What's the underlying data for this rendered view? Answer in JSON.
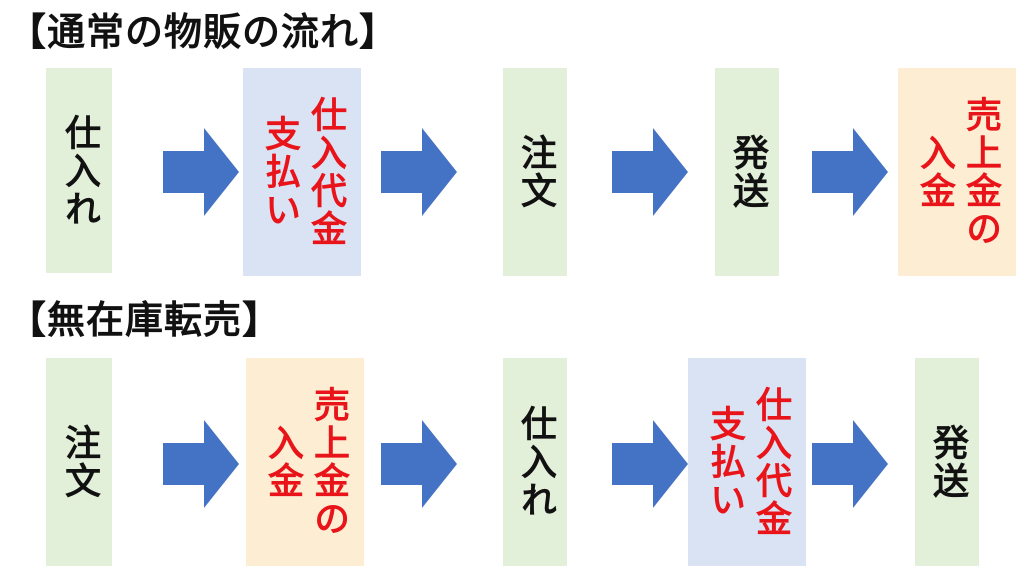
{
  "sections": {
    "normal": {
      "title": "【通常の物販の流れ】",
      "steps": [
        {
          "lines": [
            "仕入れ"
          ],
          "kind": "green",
          "color": "#111111"
        },
        {
          "lines": [
            "仕入代金",
            "支払い"
          ],
          "kind": "blue",
          "color": "#e8141a"
        },
        {
          "lines": [
            "注文"
          ],
          "kind": "green",
          "color": "#111111"
        },
        {
          "lines": [
            "発送"
          ],
          "kind": "green",
          "color": "#111111"
        },
        {
          "lines": [
            "売上金の",
            "入金"
          ],
          "kind": "orange",
          "color": "#e8141a"
        }
      ]
    },
    "dropship": {
      "title": "【無在庫転売】",
      "steps": [
        {
          "lines": [
            "注文"
          ],
          "kind": "green",
          "color": "#111111"
        },
        {
          "lines": [
            "売上金の",
            "入金"
          ],
          "kind": "orange",
          "color": "#e8141a"
        },
        {
          "lines": [
            "仕入れ"
          ],
          "kind": "green",
          "color": "#111111"
        },
        {
          "lines": [
            "仕入代金",
            "支払い"
          ],
          "kind": "blue",
          "color": "#e8141a"
        },
        {
          "lines": [
            "発送"
          ],
          "kind": "green",
          "color": "#111111"
        }
      ]
    }
  },
  "colors": {
    "arrow": "#4472c4",
    "green_box": "#e2efd9",
    "blue_box": "#dae3f3",
    "orange_box": "#fdeed3",
    "red_text": "#e8141a"
  }
}
